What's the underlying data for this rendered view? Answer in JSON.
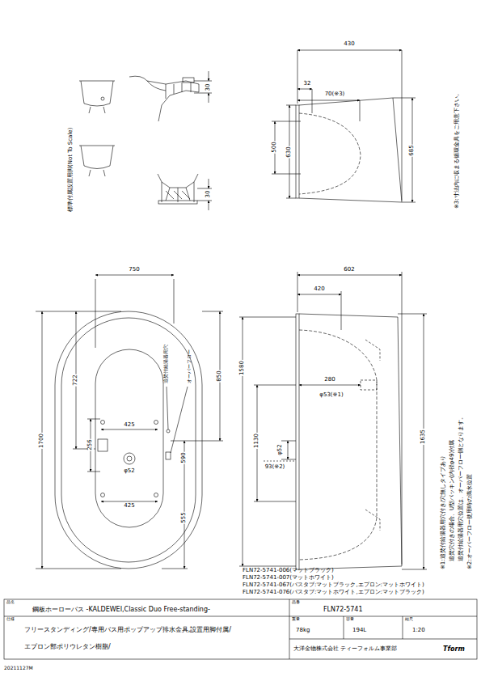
{
  "diagram": {
    "labels": [
      "標準付属設置用脚(Not To Scale)",
      "30",
      "30",
      "430",
      "32",
      "70(※3)",
      "630",
      "500",
      "685",
      "※3:寸法内に収まる循環金具をご用意下さい。",
      "750",
      "722",
      "1700",
      "256",
      "425",
      "425",
      "φ52",
      "590",
      "850",
      "555",
      "追焚付給湯器用穴",
      "オーバーフロー",
      "602",
      "420",
      "1580",
      "280",
      "φ52",
      "φ53(※1)",
      "1130",
      "93(※2)",
      "1635",
      "※1:追焚付給湯器用穴付き/穴無しタイプあり",
      "追焚穴付きの場合、U型パッキン(内径φ49)付属",
      "追焚付給湯器用穴位置は、オーバーフロー側となります。",
      "※2:オーバーフロー使用時の満水位置",
      "FLN72-5741-006(マットブラック)",
      "FLN72-5741-007(マットホワイト)",
      "FLN72-5741-067(バスタブ:マットブラック,エプロン:マットホワイト)",
      "FLN72-5741-076(バスタブ:マットホワイト,エプロン:マットブラック)",
      "品名",
      "鋼板ホーローバス -KALDEWEI,Classic Duo Free-standing-",
      "品番",
      "FLN72-5741",
      "仕様",
      "フリースタンディング/専用バス用ポップアップ排水金具,設置用脚付属/",
      "エプロン部ポリウレタン樹脂/",
      "重量",
      "78kg",
      "容量",
      "194L",
      "縮尺",
      "1:20",
      "大洋金物株式会社 ティーフォルム事業部",
      "Tform",
      "20211127M"
    ]
  }
}
